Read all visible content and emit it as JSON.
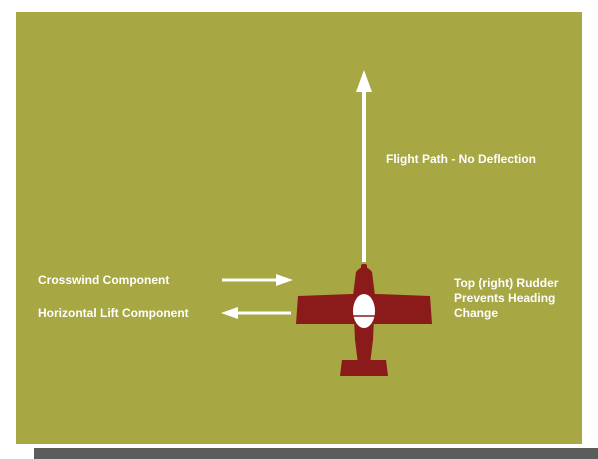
{
  "colors": {
    "background": "#a7a744",
    "aircraft": "#8b1a1a",
    "arrows": "#ffffff",
    "cockpit": "#ffffff",
    "shadow": "#5c5c5c"
  },
  "labels": {
    "flight_path": "Flight Path - No Deflection",
    "crosswind": "Crosswind Component",
    "horizontal_lift": "Horizontal Lift Component",
    "rudder_lines": [
      "Top (right) Rudder",
      "Prevents Heading",
      "Change"
    ]
  },
  "icons": {
    "aircraft": "airplane-top-view-icon",
    "flight_path_arrow": "arrow-up-icon",
    "crosswind_arrow": "arrow-right-icon",
    "lift_arrow": "arrow-left-icon"
  }
}
